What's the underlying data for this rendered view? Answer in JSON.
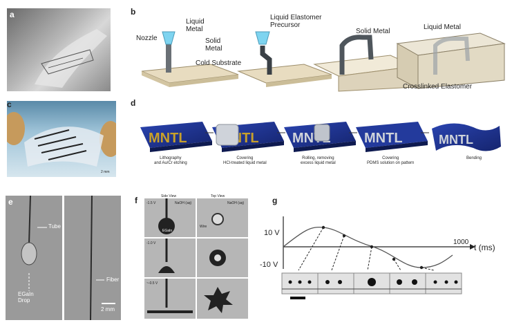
{
  "panels": {
    "a": {
      "label": "a"
    },
    "b": {
      "label": "b",
      "annotations": {
        "nozzle": "Nozzle",
        "liquid_metal_1": "Liquid\nMetal",
        "solid_metal_1": "Solid\nMetal",
        "cold_substrate": "Cold Substrate",
        "liquid_elastomer_precursor": "Liquid Elastomer\nPrecursor",
        "solid_metal_2": "Solid Metal",
        "liquid_metal_2": "Liquid Metal",
        "crosslinked_elastomer": "Crosslinked Elastomer"
      }
    },
    "c": {
      "label": "c",
      "scale_bar": "2 mm"
    },
    "d": {
      "label": "d",
      "chip_text": "MNTL",
      "steps": [
        "Lithography\nand Au/Cr etching",
        "Covering\nHCl-treated liquid metal",
        "Rolling, removing\nexcess liquid metal",
        "Covering\nPDMS solution on pattern",
        "Bending"
      ]
    },
    "e": {
      "label": "e",
      "tube": "Tube",
      "drop": "EGaIn\nDrop",
      "fiber": "Fiber",
      "scale_bar": "2 mm"
    },
    "f": {
      "label": "f",
      "side_view": "Side View",
      "top_view": "Top View",
      "naoh": "NaOH (aq)",
      "voltages": [
        "-1.5 V",
        "-1.0 V",
        "~-0.5 V"
      ],
      "egain": "EGaIn",
      "wire": "Wire"
    },
    "g": {
      "label": "g",
      "y_top": "10 V",
      "y_bottom": "-10 V",
      "x_end": "1000",
      "x_unit": "t (ms)"
    }
  },
  "colors": {
    "chip_base": "#1c2f8a",
    "chip_text_gold": "#c8a02a",
    "chip_text_silver": "#cfd3da",
    "substrate": "#e8dcc0",
    "photo_gray": "#9a9a9a"
  }
}
